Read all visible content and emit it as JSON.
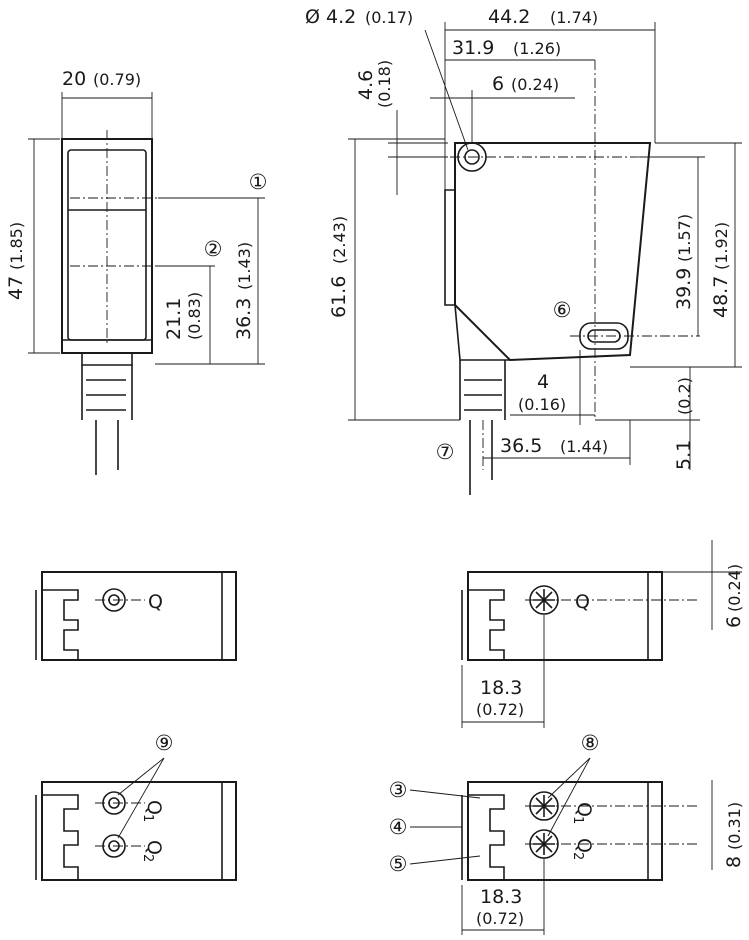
{
  "dimensions": {
    "dia_hole": "Ø 4.2",
    "dia_hole_in": "(0.17)",
    "width_44": "44.2",
    "width_44_in": "(1.74)",
    "width_31": "31.9",
    "width_31_in": "(1.26)",
    "width_6": "6",
    "width_6_in": "(0.24)",
    "front_width": "20",
    "front_width_in": "(0.79)",
    "front_height": "47",
    "front_height_in": "(1.85)",
    "height_21": "21.1",
    "height_21_in": "(0.83)",
    "height_36": "36.3",
    "height_36_in": "(1.43)",
    "side_height_61": "61.6",
    "side_height_61_in": "(2.43)",
    "vert_4_6": "4.6",
    "vert_4_6_in": "(0.18)",
    "height_39": "39.9",
    "height_39_in": "(1.57)",
    "height_48": "48.7",
    "height_48_in": "(1.92)",
    "small_4": "4",
    "small_4_in": "(0.16)",
    "small_5_1": "5.1",
    "small_5_1_in": "(0.2)",
    "width_36_5": "36.5",
    "width_36_5_in": "(1.44)",
    "bottom_6": "6",
    "bottom_6_in": "(0.24)",
    "bottom_18_a": "18.3",
    "bottom_18_a_in": "(0.72)",
    "bottom_8": "8",
    "bottom_8_in": "(0.31)",
    "bottom_18_b": "18.3",
    "bottom_18_b_in": "(0.72)"
  },
  "callouts": {
    "c1": "①",
    "c2": "②",
    "c3": "③",
    "c4": "④",
    "c5": "⑤",
    "c6": "⑥",
    "c7": "⑦",
    "c8": "⑧",
    "c9": "⑨"
  },
  "labels": {
    "q": "Q",
    "q1": "Q",
    "q1_sub": "1",
    "q2": "Q",
    "q2_sub": "2"
  }
}
